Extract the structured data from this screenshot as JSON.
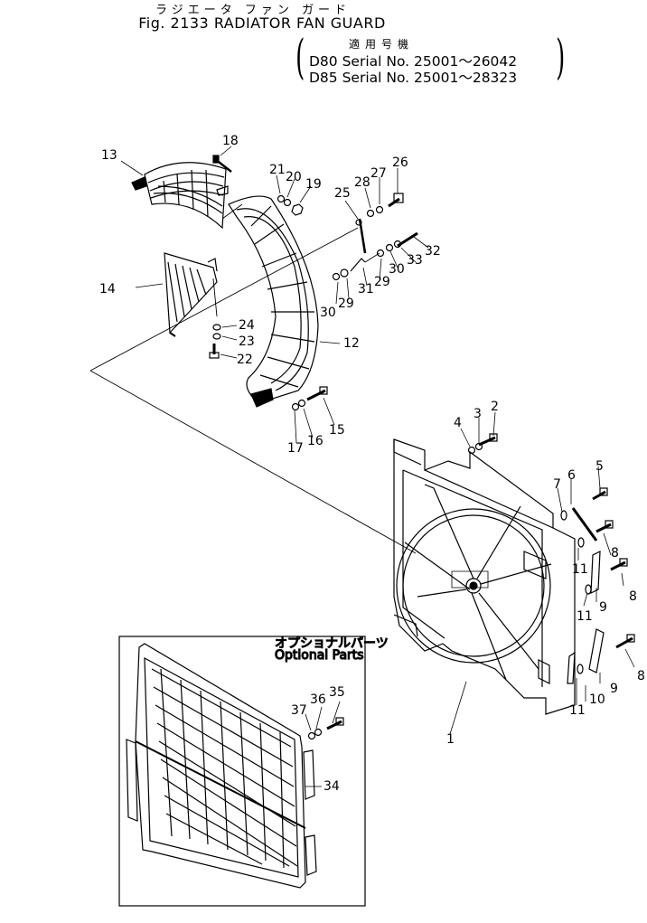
{
  "header": {
    "title_jp": "ラジエータ ファン ガード",
    "title_en": "Fig. 2133 RADIATOR FAN GUARD",
    "applicable_jp": "適用号機",
    "serial_d80": "D80 Serial No. 25001～26042",
    "serial_d85": "D85 Serial No. 25001～28323"
  },
  "optional_box": {
    "label_jp": "オプショナルパーツ",
    "label_en": "Optional Parts"
  },
  "callouts": [
    "1",
    "2",
    "3",
    "4",
    "5",
    "6",
    "7",
    "8",
    "8",
    "8",
    "9",
    "9",
    "10",
    "11",
    "11",
    "11",
    "12",
    "13",
    "14",
    "15",
    "16",
    "17",
    "18",
    "19",
    "20",
    "21",
    "22",
    "23",
    "24",
    "25",
    "26",
    "27",
    "28",
    "29",
    "29",
    "30",
    "30",
    "31",
    "32",
    "33",
    "34",
    "35",
    "36",
    "37"
  ]
}
